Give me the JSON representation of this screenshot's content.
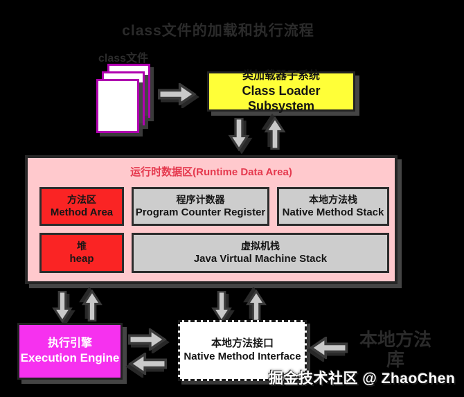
{
  "title": "class文件的加载和执行流程",
  "files": {
    "label": "class文件"
  },
  "class_loader": {
    "zh": "类加载器子系统",
    "en": "Class Loader Subsystem"
  },
  "runtime": {
    "title": "运行时数据区(Runtime Data Area)",
    "method_area": {
      "zh": "方法区",
      "en": "Method Area"
    },
    "pc_register": {
      "zh": "程序计数器",
      "en": "Program Counter Register"
    },
    "native_method_stack": {
      "zh": "本地方法栈",
      "en": "Native Method Stack"
    },
    "heap": {
      "zh": "堆",
      "en": "heap"
    },
    "jvm_stack": {
      "zh": "虚拟机栈",
      "en": "Java Virtual Machine Stack"
    }
  },
  "execution_engine": {
    "zh": "执行引擎",
    "en": "Execution Engine"
  },
  "native_method_interface": {
    "zh": "本地方法接口",
    "en": "Native Method Interface"
  },
  "native_method_library": {
    "zh": "本地方法库"
  },
  "watermark": "掘金技术社区 @ ZhaoChen",
  "colors": {
    "bg": "#000000",
    "yellow": "#ffff38",
    "pink": "#ffc9cd",
    "red": "#fa2424",
    "gray": "#cdcdcd",
    "magenta": "#f631ef",
    "runtime-red": "#e5394e",
    "docborder": "#b000b0",
    "arrow": "#c9c9c9",
    "dim": "#2b2b2b",
    "border": "#222222"
  }
}
